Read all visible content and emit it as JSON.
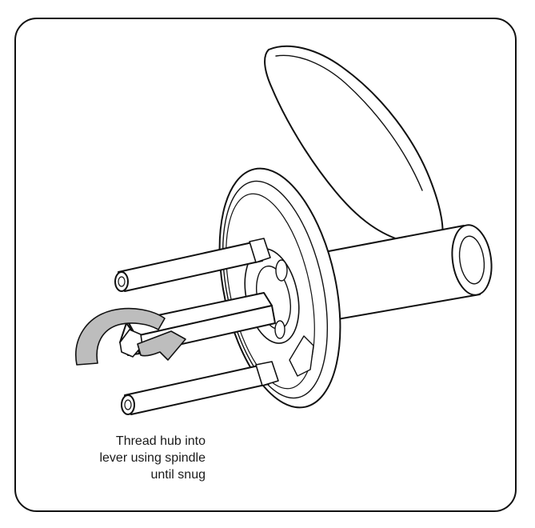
{
  "header": {
    "step_number": ""
  },
  "instruction": {
    "lines": [
      "Thread hub into",
      "lever using spindle",
      "until snug"
    ]
  },
  "icons": {
    "lever": "lever-handle-icon",
    "rosette": "rosette-plate-icon",
    "spindle": "spindle-icon",
    "rotation": "clockwise-rotation-arrow-icon"
  },
  "colors": {
    "outline": "#111111",
    "arrow_fill": "#bdbdbd",
    "background": "#ffffff"
  }
}
